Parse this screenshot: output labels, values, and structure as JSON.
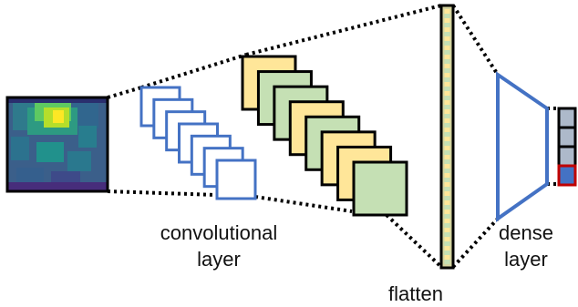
{
  "labels": {
    "conv": [
      "convolutional",
      "layer"
    ],
    "flatten": "flatten",
    "dense": [
      "dense",
      "layer"
    ]
  },
  "colors": {
    "conv_filter": "#4472C4",
    "fmap_yellow": "#FFE699",
    "fmap_green": "#C5E0B4",
    "dense_outline": "#4472C4",
    "output_cell": "#ADB9CA",
    "output_selected": "#4472C4",
    "output_selected_border": "#C00000"
  },
  "structure": {
    "conv_filter_count": 7,
    "feature_map_colors": [
      "yellow",
      "green",
      "green",
      "yellow",
      "green",
      "yellow",
      "yellow",
      "green"
    ],
    "output_cells": 4,
    "selected_output_index": 3
  }
}
